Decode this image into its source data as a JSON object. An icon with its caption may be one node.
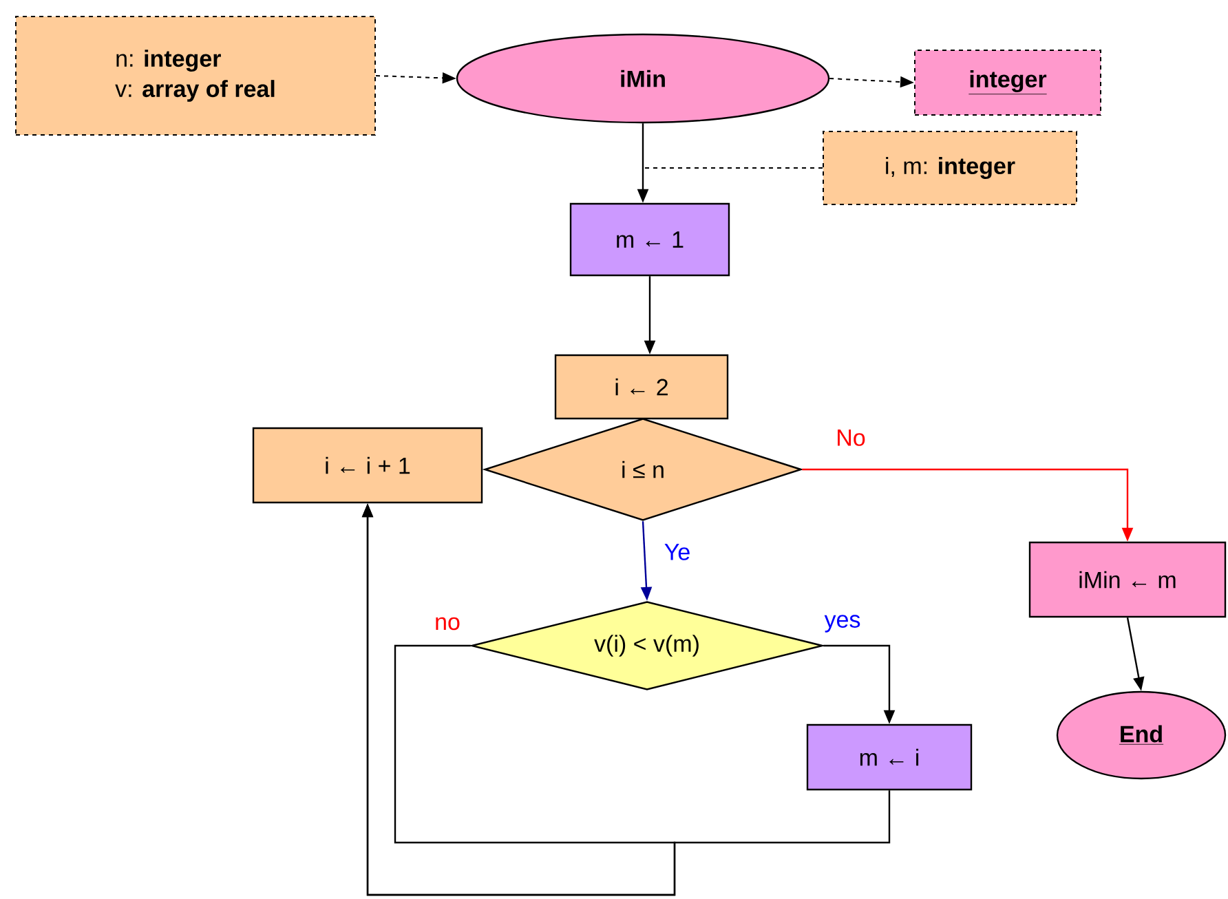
{
  "diagram": {
    "nodes": [
      {
        "text": [
          "n: **integer**",
          "v: **array of real**"
        ]
      },
      {
        "text": [
          "iMin"
        ]
      },
      {
        "text": [
          "integer"
        ]
      },
      {
        "text": [
          "i, m: **integer**"
        ]
      },
      {
        "text": [
          "m ← 1"
        ]
      },
      {
        "text": [
          "i ← 2"
        ]
      },
      {
        "text": [
          "i ≤ n"
        ]
      },
      {
        "text": [
          "i ← i + 1"
        ]
      },
      {
        "text": [
          "iMin ← m"
        ]
      },
      {
        "text": [
          "v(i) < v(m)"
        ]
      },
      {
        "text": [
          "m ← i"
        ]
      },
      {
        "text": [
          "End"
        ]
      }
    ],
    "edges": [
      {
        "from": 0,
        "to": 1,
        "arrow": "to",
        "style": "dashed"
      },
      {
        "from": 1,
        "to": 2,
        "arrow": "to",
        "style": "dashed"
      },
      {
        "from": 1,
        "to": 4,
        "arrow": "to"
      },
      {
        "from": 3,
        "to": null,
        "arrow": "none",
        "style": "dashed"
      },
      {
        "from": 4,
        "to": 5,
        "arrow": "to"
      },
      {
        "from": 6,
        "to": 8,
        "arrow": "to",
        "label": "No",
        "color": "#ff0000"
      },
      {
        "from": 6,
        "to": 9,
        "arrow": "to",
        "label": "Ye",
        "color": "#000099"
      },
      {
        "from": 9,
        "to": 10,
        "arrow": "to",
        "label": "yes"
      },
      {
        "from": 9,
        "to": 7,
        "arrow": "to",
        "label": "no"
      },
      {
        "from": 10,
        "to": 7,
        "arrow": "to"
      },
      {
        "from": 8,
        "to": 11,
        "arrow": "to"
      }
    ]
  }
}
